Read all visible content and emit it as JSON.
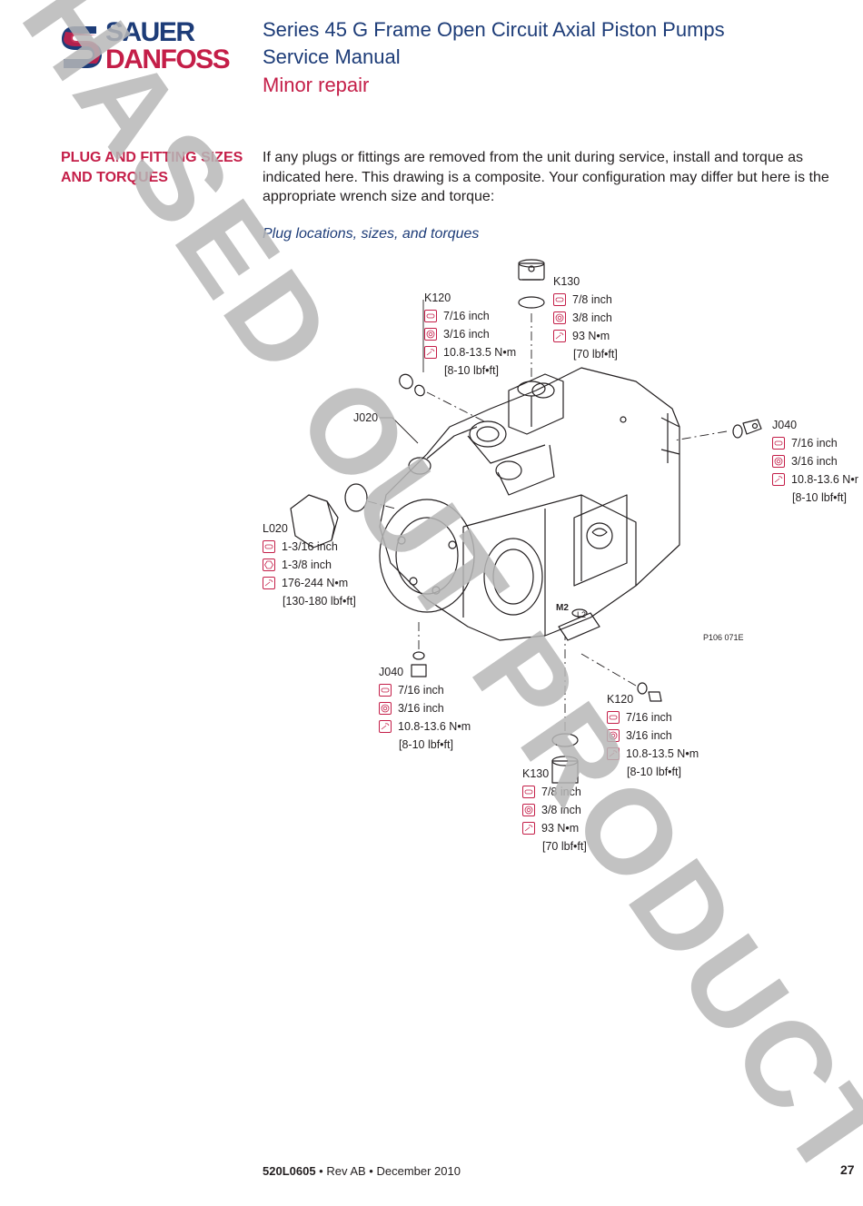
{
  "logo": {
    "line1": "SAUER",
    "line2": "DANFOSS",
    "brand_blue": "#1d3c78",
    "brand_red": "#c41e48"
  },
  "header": {
    "line1": "Series 45 G Frame Open Circuit Axial Piston Pumps",
    "line2": "Service Manual",
    "line3": "Minor repair"
  },
  "section": {
    "title": "PLUG AND FITTING SIZES AND TORQUES",
    "intro": "If any plugs or fittings are removed from the unit during service, install and torque as indicated here. This drawing is a composite. Your configuration may differ but here is the appropriate wrench size and torque:"
  },
  "figure": {
    "caption": "Plug locations, sizes, and torques",
    "id": "P106 071E",
    "callouts": [
      {
        "label": "K130",
        "o_ring": "7/8 inch",
        "wrench": "3/8 inch",
        "torque": "93 N•m",
        "torque_imperial": "[70 lbf•ft]",
        "wrench_icon": "hex-socket-icon"
      },
      {
        "label": "K120",
        "o_ring": "7/16 inch",
        "wrench": "3/16 inch",
        "torque": "10.8-13.5 N•m",
        "torque_imperial": "[8-10 lbf•ft]",
        "wrench_icon": "hex-socket-icon"
      },
      {
        "label": "J020"
      },
      {
        "label": "J040",
        "o_ring": "7/16 inch",
        "wrench": "3/16 inch",
        "torque": "10.8-13.6 N•r",
        "torque_imperial": "[8-10 lbf•ft]",
        "wrench_icon": "hex-socket-icon"
      },
      {
        "label": "L020",
        "o_ring": "1-3/16 inch",
        "wrench": "1-3/8 inch",
        "torque": "176-244 N•m",
        "torque_imperial": "[130-180 lbf•ft]",
        "wrench_icon": "hex-wrench-icon"
      },
      {
        "label": "J040",
        "o_ring": "7/16 inch",
        "wrench": "3/16 inch",
        "torque": "10.8-13.6 N•m",
        "torque_imperial": "[8-10 lbf•ft]",
        "wrench_icon": "hex-socket-icon"
      },
      {
        "label": "K120",
        "o_ring": "7/16 inch",
        "wrench": "3/16 inch",
        "torque": "10.8-13.5 N•m",
        "torque_imperial": "[8-10 lbf•ft]",
        "wrench_icon": "hex-socket-icon"
      },
      {
        "label": "K130",
        "o_ring": "7/8 inch",
        "wrench": "3/8 inch",
        "torque": "93 N•m",
        "torque_imperial": "[70 lbf•ft]",
        "wrench_icon": "hex-socket-icon"
      }
    ],
    "part_markings": [
      "M2",
      "L2"
    ]
  },
  "footer": {
    "doc_number": "520L0605",
    "rest": " • Rev AB • December 2010",
    "page": "27"
  },
  "watermark": "PHASED OUT PRODUCT"
}
